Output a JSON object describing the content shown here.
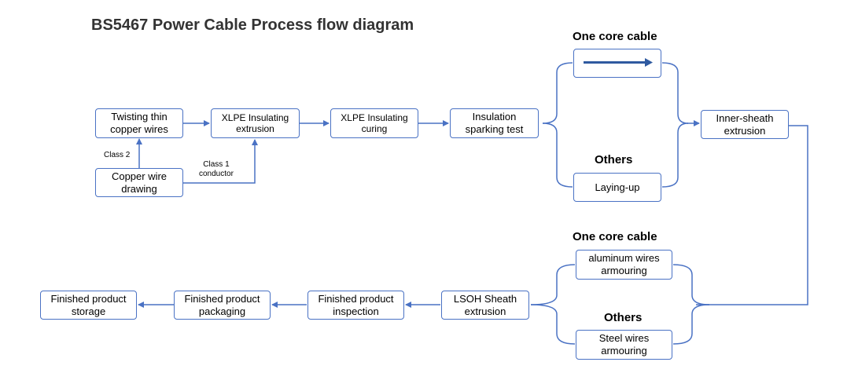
{
  "title": "BS5467 Power Cable Process flow diagram",
  "colors": {
    "box_border": "#4a72c4",
    "line": "#4a72c4",
    "arrow": "#2f5aa0"
  },
  "nodes": {
    "twisting": "Twisting thin\ncopper wires",
    "xlpe_extrusion": "XLPE Insulating\nextrusion",
    "xlpe_curing": "XLPE Insulating\ncuring",
    "sparking": "Insulation\nsparking test",
    "copper_drawing": "Copper wire\ndrawing",
    "laying_up": "Laying-up",
    "inner_sheath": "Inner-sheath\nextrusion",
    "aluminum_armouring": "aluminum wires\narmouring",
    "steel_armouring": "Steel wires\narmouring",
    "lsoh_sheath": "LSOH Sheath\nextrusion",
    "inspection": "Finished product\ninspection",
    "packaging": "Finished product\npackaging",
    "storage": "Finished product\nstorage"
  },
  "headings": {
    "one_core_top": "One core cable",
    "others_top": "Others",
    "one_core_bottom": "One core cable",
    "others_bottom": "Others"
  },
  "notes": {
    "class2": "Class 2",
    "class1": "Class 1\nconductor"
  }
}
